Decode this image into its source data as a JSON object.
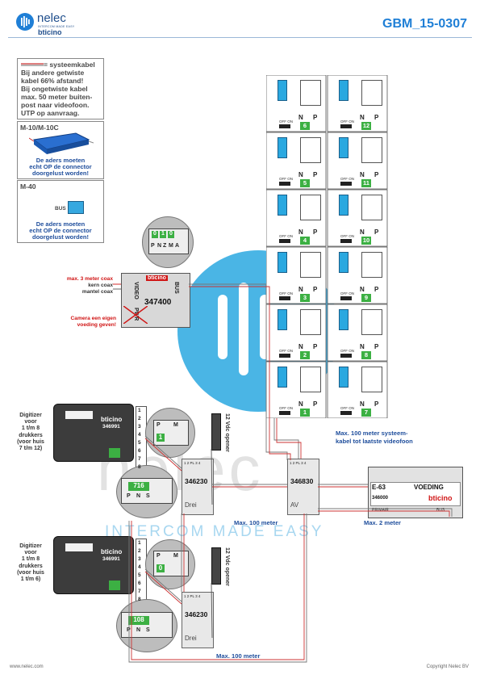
{
  "header": {
    "brand": "nelec",
    "tagline": "INTERCOM MADE EASY",
    "sub_brand": "bticino",
    "doc_code": "GBM_15-0307"
  },
  "notes": {
    "cable_title": "= systeemkabel",
    "cable_lines": [
      "Bij andere getwiste",
      "kabel 66% afstand!",
      "Bij ongetwiste kabel",
      "max. 50 meter buiten-",
      "post naar videofoon.",
      "UTP op aanvraag."
    ],
    "m10_title": "M-10/M-10C",
    "m10_warn": [
      "De aders moeten",
      "echt OP de connector",
      "doorgelust worden!"
    ],
    "m40_title": "M-40",
    "m40_bus": "BUS",
    "m40_warn": [
      "De aders moeten",
      "echt OP de connector",
      "doorgelust worden!"
    ]
  },
  "camera": {
    "max_coax": "max. 3 meter coax",
    "core": "kern coax",
    "shield": "mantel coax",
    "warning": [
      "Camera een eigen",
      "voeding geven!"
    ],
    "module_code": "347400",
    "video_label": "VIDEO",
    "bus_label": "BUS",
    "pwr_label": "PWR",
    "top_labels": [
      "P",
      "N",
      "Z",
      "M",
      "A",
      "MA"
    ],
    "display_digits": [
      "0",
      "1",
      "0"
    ]
  },
  "phones": {
    "labels": [
      "N",
      "P"
    ],
    "off_on": "OFF ON",
    "left_numbers": [
      "6",
      "5",
      "4",
      "3",
      "2",
      "1"
    ],
    "right_numbers": [
      "12",
      "11",
      "10",
      "9",
      "8",
      "7"
    ]
  },
  "digitizers": [
    {
      "label": [
        "Digitizer",
        "voor",
        "1 t/m 8",
        "drukkers",
        "(voor huis",
        "7 t/m 12)"
      ],
      "code": "346991",
      "display": "1",
      "display2": "716",
      "m_labels": [
        "P",
        "N",
        "S",
        "M"
      ]
    },
    {
      "label": [
        "Digitizer",
        "voor",
        "1 t/m 8",
        "drukkers",
        "(voor huis",
        "1 t/m 6)"
      ],
      "code": "346991",
      "display": "0",
      "display2": "108",
      "m_labels": [
        "P",
        "N",
        "S",
        "M"
      ]
    }
  ],
  "brand_small": "bticino",
  "openers": {
    "label": "12 Vdc opener"
  },
  "modules": {
    "m346230_a": "346230",
    "m346230_b": "346230",
    "m346830": "346830",
    "drei": "Drei",
    "av": "AV",
    "pl_labels": "1 2 PL 3 4"
  },
  "power": {
    "model": "E-63",
    "title": "VOEDING",
    "code": "346000",
    "brand": "bticino",
    "prim": "PRIMAIR",
    "bus": "BUS"
  },
  "distances": {
    "max100_video": [
      "Max. 100 meter systeem-",
      "kabel tot laatste videofoon"
    ],
    "max100_a": "Max. 100 meter",
    "max100_b": "Max. 100 meter",
    "max2": "Max. 2 meter"
  },
  "numbers": {
    "col": [
      "1",
      "2",
      "3",
      "4",
      "5",
      "6",
      "7",
      "8"
    ]
  },
  "footer": {
    "left": "www.nelec.com",
    "right": "Copyright Nelec BV"
  },
  "colors": {
    "accent": "#1f7fd6",
    "brand": "#1f4e8c",
    "green": "#3cb043",
    "red": "#d01515",
    "watermark": "#2aa8e0"
  }
}
